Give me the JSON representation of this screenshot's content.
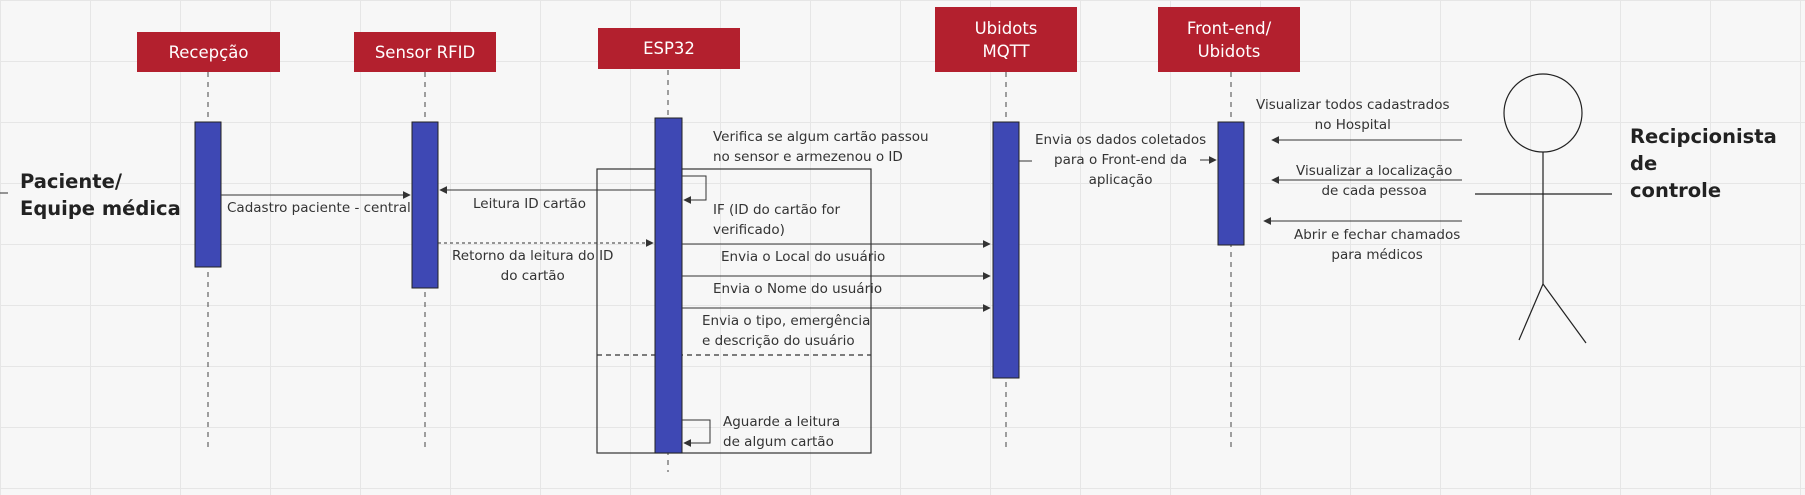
{
  "lifelines": [
    {
      "id": "recepcao",
      "label": "Recepção"
    },
    {
      "id": "rfid",
      "label": "Sensor RFID"
    },
    {
      "id": "esp32",
      "label": "ESP32"
    },
    {
      "id": "mqtt",
      "label": "Ubidots\nMQTT"
    },
    {
      "id": "frontend",
      "label": "Front-end/\nUbidots"
    }
  ],
  "actors": {
    "left": "Paciente/\nEquipe médica",
    "right": "Recipcionista de\ncontrole"
  },
  "messages": {
    "m1": "Cadastro paciente - central",
    "m2": "Leitura ID cartão",
    "m3": "Retorno da leitura do ID\ndo cartão",
    "m4": "Verifica se algum cartão passou\nno sensor e armezenou o ID",
    "m5": "IF (ID do cartão for\nverificado)",
    "m6": "Envia o Local do usuário",
    "m7": "Envia o Nome do usuário",
    "m8": "Envia o tipo, emergência\ne descrição do usuário",
    "m9": "Aguarde a leitura\nde algum cartão",
    "m10": "Envia os dados coletados\npara o Front-end da\naplicação",
    "m11": "Visualizar todos cadastrados\nno Hospital",
    "m12": "Visualizar a localização\nde cada pessoa",
    "m13": "Abrir e fechar chamados\npara médicos"
  },
  "colors": {
    "header": "#b3202e",
    "activation": "#3e48b4",
    "line": "#333333"
  }
}
